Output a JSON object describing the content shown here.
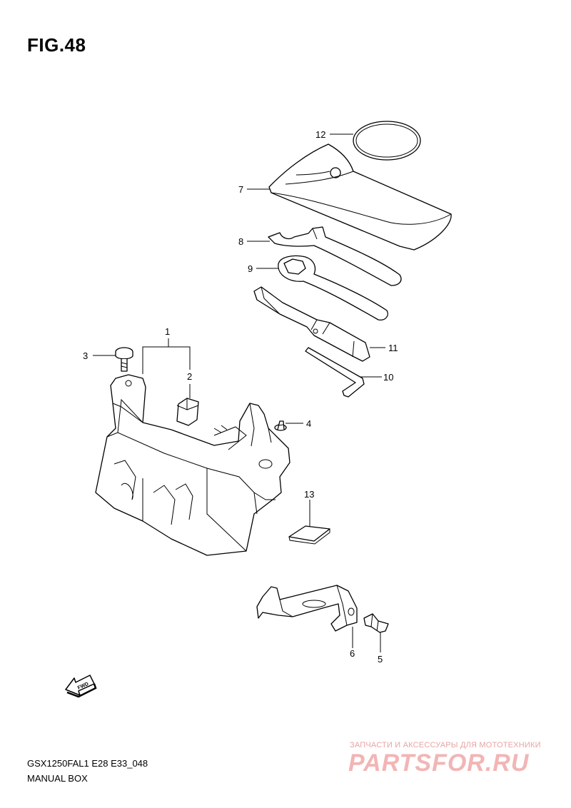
{
  "figure": {
    "title": "FIG.48",
    "model_code": "GSX1250FAL1 E28 E33_048",
    "section_name": "MANUAL BOX"
  },
  "callouts": [
    "1",
    "2",
    "3",
    "4",
    "5",
    "6",
    "7",
    "8",
    "9",
    "10",
    "11",
    "12",
    "13"
  ],
  "fwd_label": "FWD",
  "watermark": {
    "tagline": "ЗАПЧАСТИ И АКСЕССУАРЫ ДЛЯ МОТОТЕХНИКИ",
    "logo": "PARTSFOR.RU"
  },
  "colors": {
    "line": "#000000",
    "background": "#ffffff",
    "watermark": "#f2b5b5"
  }
}
